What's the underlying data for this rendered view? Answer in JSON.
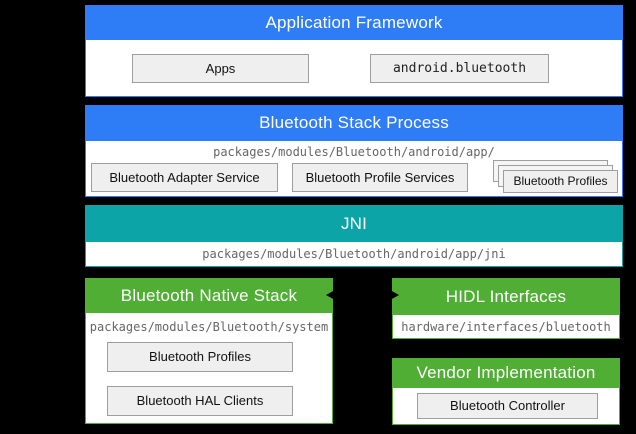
{
  "colors": {
    "blue": "#2E7CF6",
    "teal": "#0CA4A6",
    "green": "#4FAE33",
    "background": "#000000",
    "inner_box_fill": "#EFEFEF",
    "inner_box_border": "#9E9E9E",
    "path_text": "#666666"
  },
  "sections": {
    "application_framework": {
      "title": "Application Framework",
      "apps_label": "Apps",
      "api_label": "android.bluetooth"
    },
    "bluetooth_stack_process": {
      "title": "Bluetooth Stack Process",
      "path": "packages/modules/Bluetooth/android/app/",
      "adapter_service_label": "Bluetooth Adapter Service",
      "profile_services_label": "Bluetooth Profile Services",
      "profiles_label": "Bluetooth Profiles"
    },
    "jni": {
      "title": "JNI",
      "path": "packages/modules/Bluetooth/android/app/jni"
    },
    "bluetooth_native_stack": {
      "title": "Bluetooth Native Stack",
      "path": "packages/modules/Bluetooth/system",
      "profiles_label": "Bluetooth Profiles",
      "hal_clients_label": "Bluetooth HAL Clients"
    },
    "hidl_interfaces": {
      "title": "HIDL Interfaces",
      "path": "hardware/interfaces/bluetooth"
    },
    "vendor_implementation": {
      "title": "Vendor Implementation",
      "controller_label": "Bluetooth Controller"
    }
  }
}
